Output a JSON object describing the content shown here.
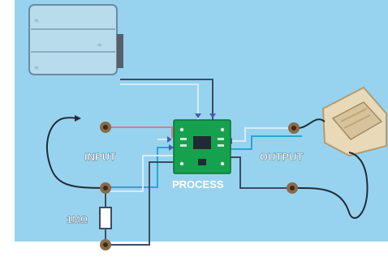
{
  "diagram": {
    "labels": {
      "input": "INPUT",
      "output": "OUTPUT",
      "process": "PROCESS",
      "resistor": "1MΩ"
    },
    "colors": {
      "background": "#97d3ee",
      "wire_dark": "#3d4c63",
      "wire_light": "#d6ecf6",
      "wire_cyan": "#27a7d4",
      "wire_pink": "#d47e86",
      "board": "#16a14f",
      "terminal": "#8a6a47",
      "battery_fill": "#b8dcec"
    }
  }
}
